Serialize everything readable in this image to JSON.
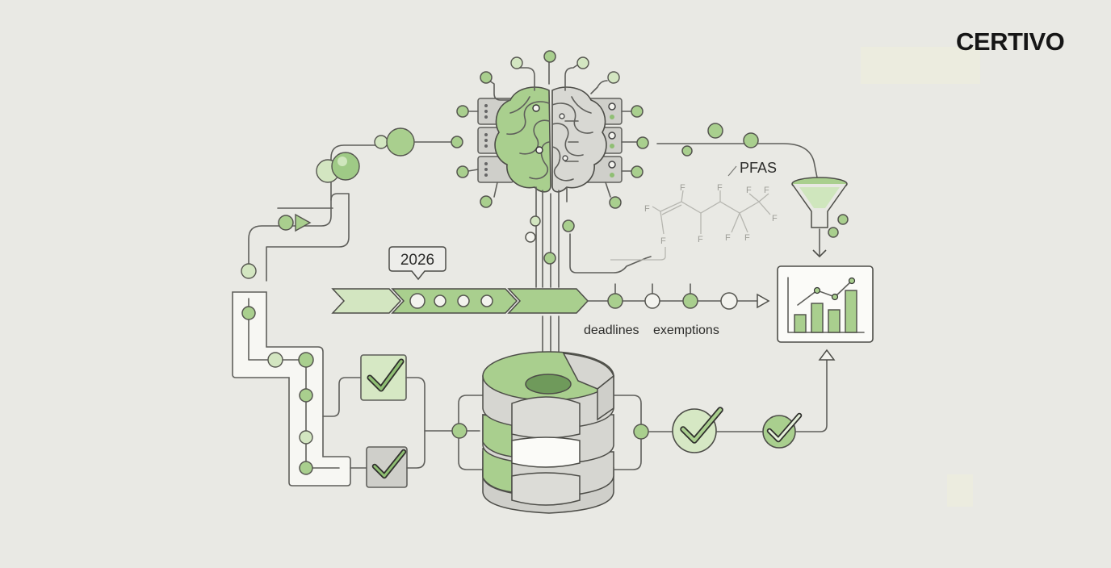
{
  "brand": {
    "logo_text": "CERTIVO"
  },
  "labels": {
    "year": "2026",
    "substance": "PFAS",
    "deadlines": "deadlines",
    "exemptions": "exemptions"
  },
  "molecule_atom": "F",
  "colors": {
    "background": "#e9e9e4",
    "accent_green": "#a9cf8e",
    "light_green": "#d3e6c1",
    "gray": "#cfcfca",
    "line": "#5f5f5b"
  },
  "icons": [
    "brain-icon",
    "server-icon",
    "database-icon",
    "funnel-icon",
    "bar-chart-icon",
    "checkmark-icon",
    "molecule-icon",
    "timeline-arrow-icon"
  ]
}
